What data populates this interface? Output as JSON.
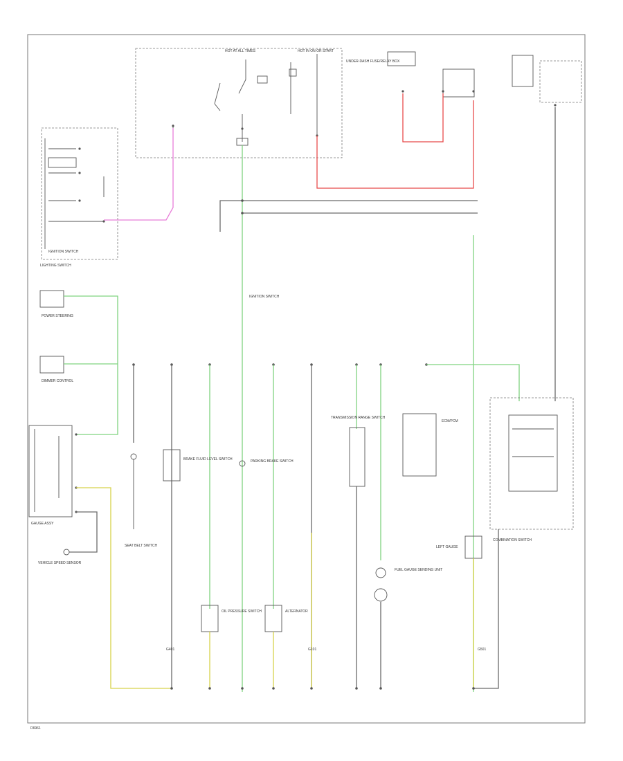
{
  "colors": {
    "black_wire": "#6a6a6a",
    "green_wire": "#7fd37f",
    "pink_wire": "#e87dd8",
    "red_wire": "#e84a4a",
    "yellow_wire": "#d7d24a"
  },
  "labels": {
    "fuse_box_header_left": "HOT AT ALL TIMES",
    "fuse_box_header_right": "HOT IN ON OR START",
    "under_dash_fuse_box": "UNDER-DASH FUSE/RELAY BOX",
    "ignition_switch": "IGNITION SWITCH",
    "ignition_switch_inner": "IGNITION SWITCH",
    "lighting_switch": "LIGHTING SWITCH",
    "combination_switch": "COMBINATION SWITCH",
    "gauge_assembly": "GAUGE ASSY",
    "left_gauge": "LEFT GAUGE",
    "power_steering": "POWER STEERING",
    "dimmer_control": "DIMMER CONTROL",
    "brake_fluid_switch": "BRAKE FLUID LEVEL SWITCH",
    "oil_pressure_switch": "OIL PRESSURE SWITCH",
    "parking_brake_switch": "PARKING BRAKE SWITCH",
    "seat_belt_switch": "SEAT BELT SWITCH",
    "alternator": "ALTERNATOR",
    "fuel_gauge_sending_unit": "FUEL GAUGE SENDING UNIT",
    "speed_sensor": "VEHICLE SPEED SENSOR",
    "ecm": "ECM/PCM",
    "transmission_range_switch": "TRANSMISSION RANGE SWITCH",
    "ground_g401": "G401",
    "ground_g101": "G101",
    "ground_g501": "G501",
    "corner_code": "D6961"
  }
}
